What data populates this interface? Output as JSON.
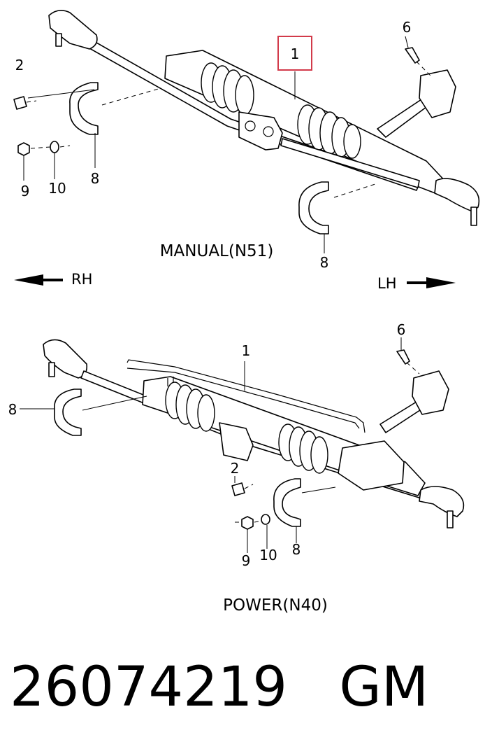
{
  "diagrams": {
    "manual": {
      "caption": "MANUAL(N51)",
      "callouts": [
        "1",
        "2",
        "6",
        "8",
        "8",
        "9",
        "10"
      ]
    },
    "power": {
      "caption": "POWER(N40)",
      "callouts": [
        "1",
        "2",
        "6",
        "8",
        "8",
        "9",
        "10"
      ]
    },
    "direction": {
      "rh": "RH",
      "lh": "LH"
    }
  },
  "footer": {
    "part_number": "26074219",
    "brand": "GM"
  },
  "colors": {
    "highlight": "#d23a4a",
    "line": "#000000"
  }
}
